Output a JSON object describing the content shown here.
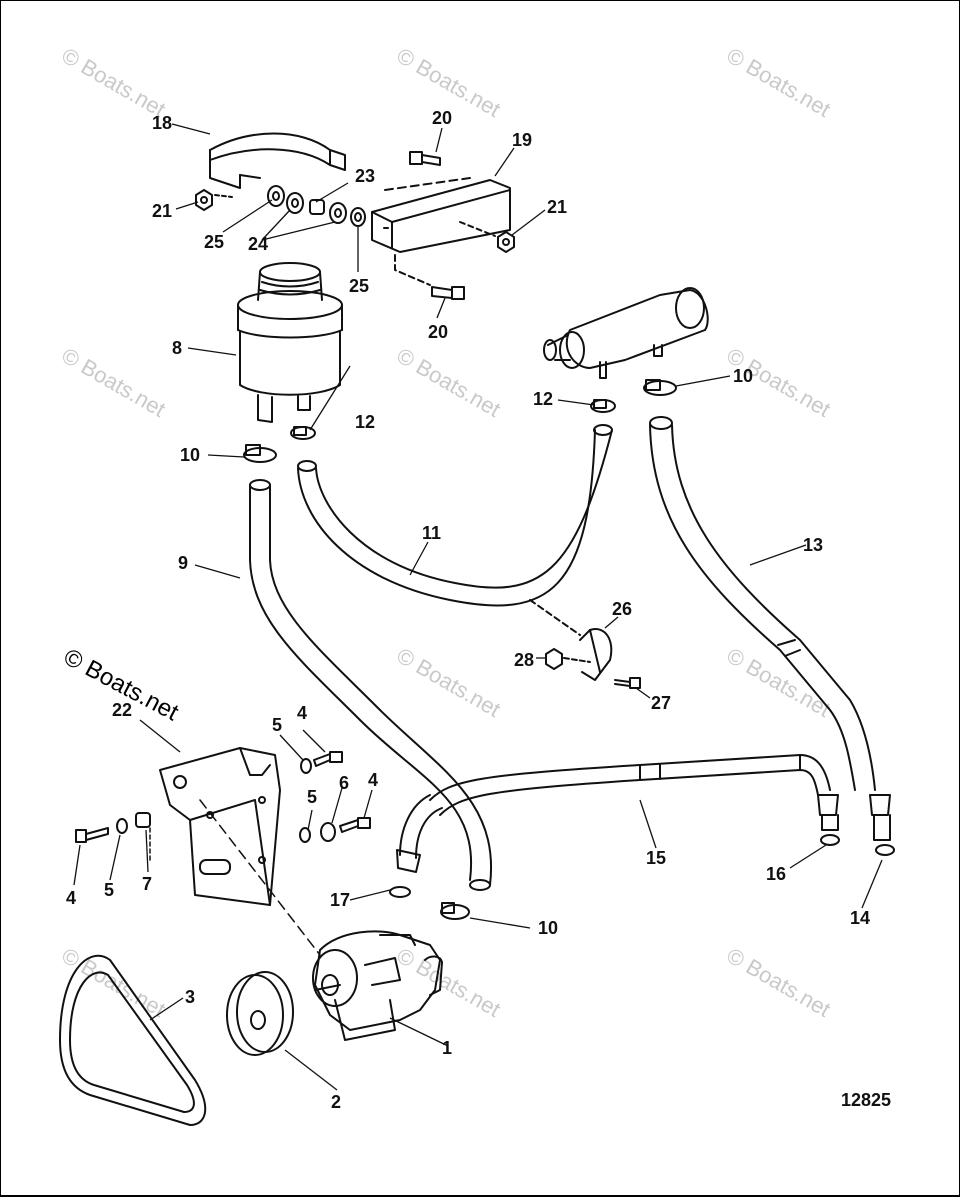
{
  "watermark": {
    "text": "© Boats.net",
    "overlay_text": "© Boats.net"
  },
  "diagram_code": "12825",
  "callouts": {
    "c1": "1",
    "c2": "2",
    "c3": "3",
    "c4a": "4",
    "c4b": "4",
    "c4c": "4",
    "c5a": "5",
    "c5b": "5",
    "c5c": "5",
    "c6": "6",
    "c7": "7",
    "c8": "8",
    "c9": "9",
    "c10a": "10",
    "c10b": "10",
    "c10c": "10",
    "c11": "11",
    "c12a": "12",
    "c12b": "12",
    "c13": "13",
    "c14": "14",
    "c15": "15",
    "c16": "16",
    "c17": "17",
    "c18": "18",
    "c19": "19",
    "c20a": "20",
    "c20b": "20",
    "c21a": "21",
    "c21b": "21",
    "c22": "22",
    "c23": "23",
    "c24": "24",
    "c25a": "25",
    "c25b": "25",
    "c26": "26",
    "c27": "27",
    "c28": "28"
  },
  "colors": {
    "line": "#111111",
    "watermark": "#c9c9c9",
    "border": "#000000"
  }
}
